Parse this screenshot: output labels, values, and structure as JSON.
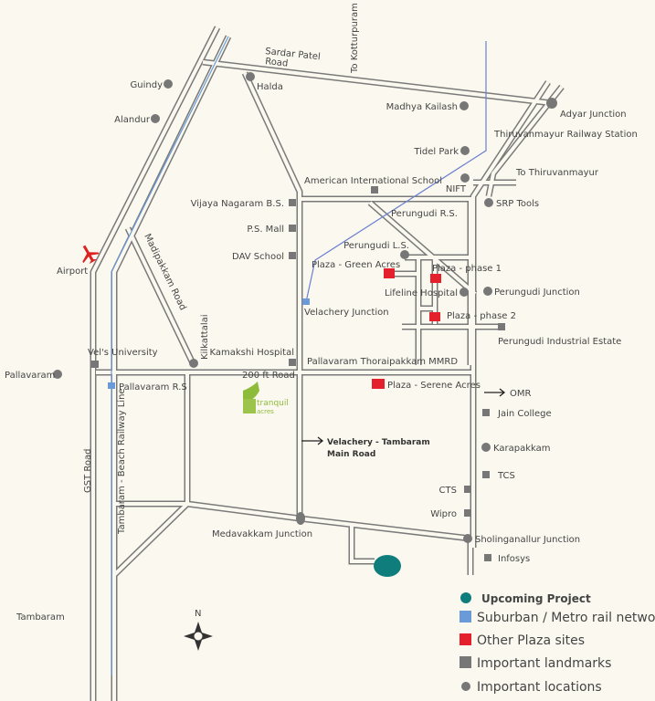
{
  "map": {
    "roads": {
      "sardar_patel": "Sardar Patel",
      "sardar_patel_2": "Road",
      "kotturpuram": "To Kotturpuram",
      "thiruvanmayur_station": "Thiruvanmayur Railway Station",
      "to_thiruvanmayur": "To Thiruvanmayur",
      "perungudi_rs": "Perungudi R.S.",
      "mmrd": "Pallavaram Thoraipakkam MMRD",
      "ft_road": "200 ft Road",
      "omr": "OMR",
      "velachery_tambaram": "Velachery - Tambaram",
      "velachery_tambaram_2": "Main Road",
      "madipakkam": "Madipakkam Road",
      "kilkattalai": "Kilkattalai",
      "railway_line": "Tambaram - Beach Railway Line",
      "gst": "GST Road",
      "airport": "Airport",
      "tambaram": "Tambaram",
      "north": "N"
    },
    "locations": [
      "Guindy",
      "Alandur",
      "Halda",
      "Madhya Kailash",
      "Tidel Park",
      "NIFT",
      "SRP Tools",
      "Perungudi L.S.",
      "Lifeline Hospital",
      "Perungudi Junction",
      "Pallavaram",
      "Karapakkam",
      "Sholinganallur Junction",
      "Medavakkam Junction",
      "Adyar Junction"
    ],
    "landmarks": [
      "American International School",
      "Vijaya Nagaram B.S.",
      "P.S. Mall",
      "DAV School",
      "Kamakshi Hospital",
      "Vel's University",
      "Perungudi Industrial Estate",
      "Jain College",
      "TCS",
      "CTS",
      "Wipro",
      "Infosys"
    ],
    "plaza_sites": [
      "Plaza - Green Acres",
      "Plaza - phase 1",
      "Plaza - phase 2",
      "Plaza - Serene Acres"
    ],
    "rail_stations": [
      "Velachery Junction",
      "Pallavaram R.S"
    ],
    "logo_text": "tranquil acres"
  },
  "legend": [
    {
      "label": "Upcoming Project",
      "color": "#0f7d7c"
    },
    {
      "label": "Suburban / Metro rail network",
      "color": "#6a9bd8"
    },
    {
      "label": "Other Plaza sites",
      "color": "#e3202b"
    },
    {
      "label": "Important landmarks",
      "color": "#777777"
    },
    {
      "label": "Important locations",
      "color": "#777777"
    }
  ],
  "colors": {
    "background": "#fbf9ef",
    "road": "#7a7a7a",
    "rail": "#4a5ad0",
    "plaza": "#e3202b",
    "upcoming": "#0f7d7c",
    "metro": "#6a9bd8"
  }
}
